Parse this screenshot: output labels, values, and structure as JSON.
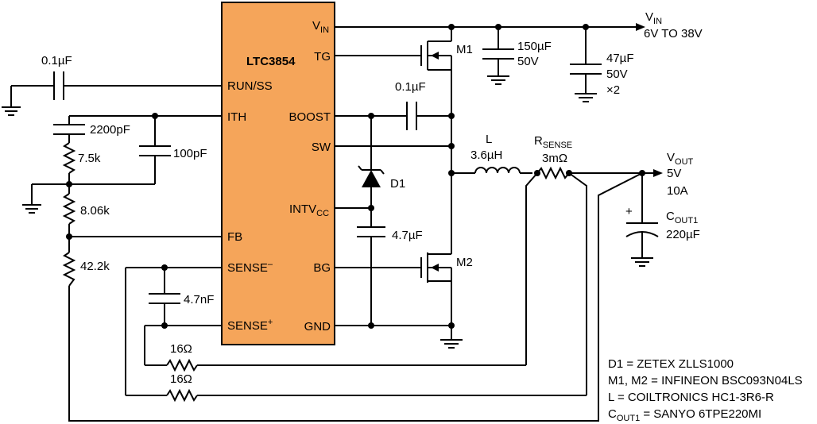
{
  "ic": {
    "name": "LTC3854",
    "color": "#F5A55A",
    "pins_left": [
      "RUN/SS",
      "ITH",
      "FB",
      "SENSE",
      "SENSE"
    ],
    "sense_minus_sup": "–",
    "sense_plus_sup": "+",
    "pins_right": [
      "V",
      "TG",
      "BOOST",
      "SW",
      "INTV",
      "BG",
      "GND"
    ],
    "vin_sub": "IN",
    "intv_sub": "CC"
  },
  "labels": {
    "vin_main": "V",
    "vin_sub": "IN",
    "vin_range": "6V TO 38V",
    "c_in1_value": "150µF",
    "c_in1_voltage": "50V",
    "c_in2_value": "47µF",
    "c_in2_voltage": "50V",
    "c_in2_count": "×2",
    "m1": "M1",
    "m2": "M2",
    "c_boost": "0.1µF",
    "c_run": "0.1µF",
    "d1": "D1",
    "c_intv": "4.7µF",
    "inductor_name": "L",
    "inductor_value": "3.6µH",
    "rsense_main": "R",
    "rsense_sub": "SENSE",
    "rsense_value": "3mΩ",
    "vout_main": "V",
    "vout_sub": "OUT",
    "vout_voltage": "5V",
    "vout_current": "10A",
    "cout_main": "C",
    "cout_sub": "OUT1",
    "cout_value": "220µF",
    "cout_polarity": "+",
    "c_ith1": "2200pF",
    "c_ith2": "100pF",
    "r_ith": "7.5k",
    "r_fb1": "8.06k",
    "r_fb2": "42.2k",
    "c_sense": "4.7nF",
    "r_sense1": "16Ω",
    "r_sense2": "16Ω"
  },
  "notes": {
    "d1": "D1 = ZETEX ZLLS1000",
    "m1m2": "M1, M2 = INFINEON BSC093N04LS",
    "l": "L = COILTRONICS HC1-3R6-R",
    "cout_prefix": "C",
    "cout_sub": "OUT1",
    "cout_rest": " = SANYO 6TPE220MI"
  }
}
